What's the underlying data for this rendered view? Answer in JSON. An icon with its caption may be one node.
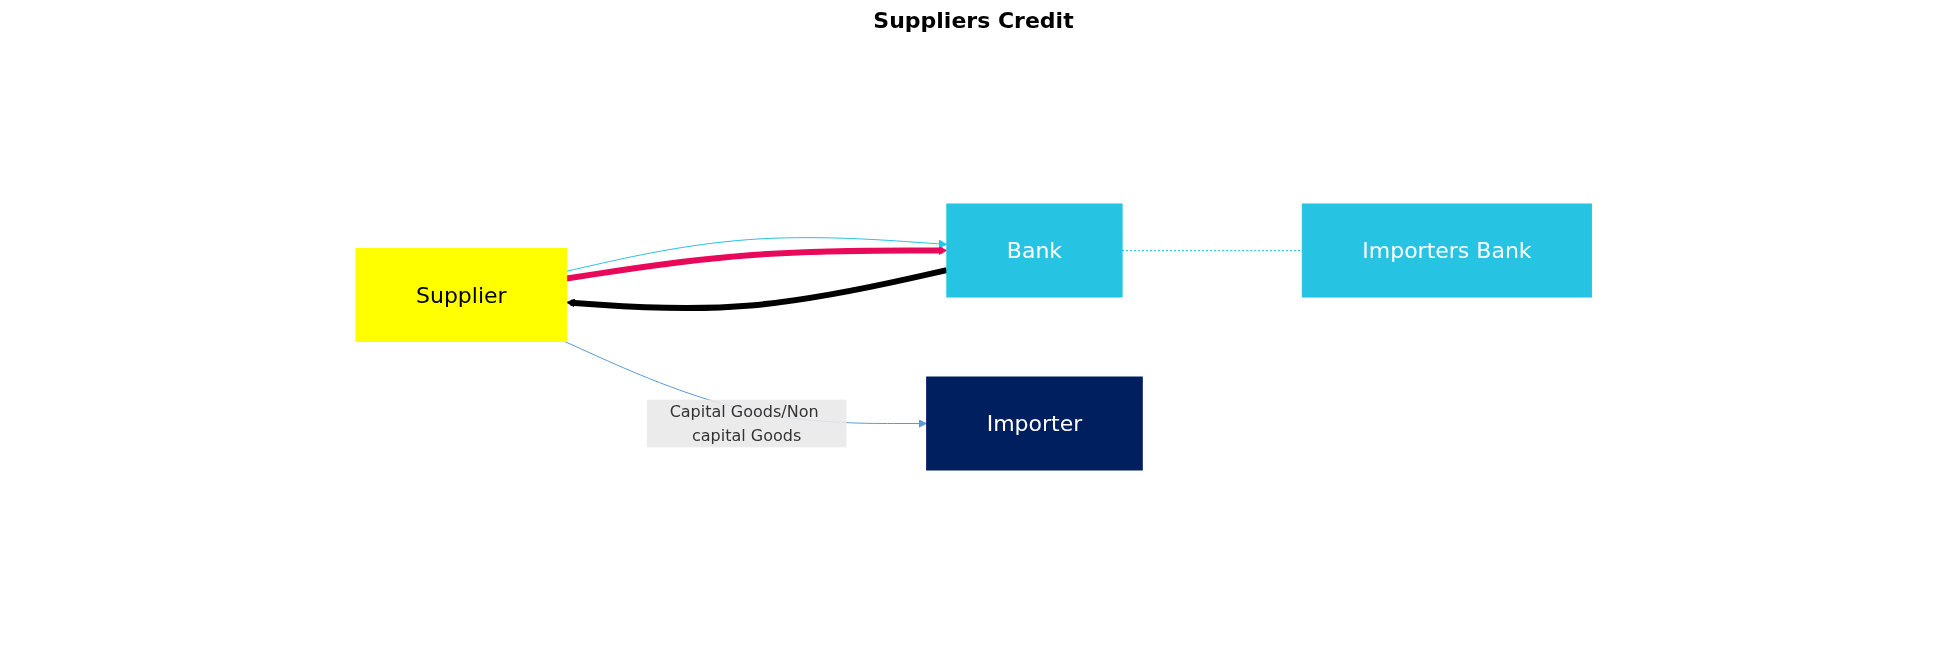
{
  "diagram": {
    "title": "Suppliers Credit",
    "nodes": [
      {
        "text": [
          "Supplier"
        ]
      },
      {
        "text": [
          "Bank"
        ]
      },
      {
        "text": [
          "Importer"
        ]
      },
      {
        "text": [
          "Importers Bank"
        ]
      }
    ],
    "edges": [
      {
        "from": 0,
        "to": 1,
        "arrow": "to",
        "color": "#26c4e2"
      },
      {
        "from": 0,
        "to": 1,
        "arrow": "to",
        "style": "thick",
        "color": "#e8095a"
      },
      {
        "from": 1,
        "to": 0,
        "arrow": "to",
        "style": "thick",
        "color": "#000000"
      },
      {
        "from": 0,
        "to": 2,
        "arrow": "to",
        "label": "Capital Goods/Non capital Goods",
        "color": "#5b9bd5"
      },
      {
        "from": 1,
        "to": 3,
        "arrow": "none",
        "style": "dashed",
        "color": "#26c4e2"
      }
    ]
  }
}
